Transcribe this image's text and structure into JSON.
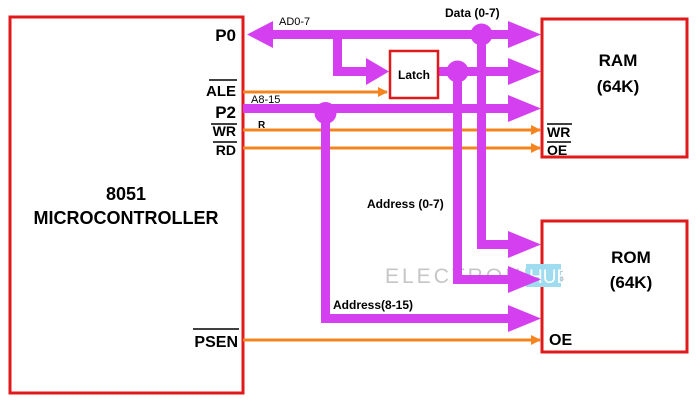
{
  "colors": {
    "box_border": "#e01a1a",
    "bus": "#d43ff0",
    "control": "#f5841f",
    "text": "#000000",
    "watermark": "#c6c6c6",
    "watermark_badge": "#9fdcf0"
  },
  "mcu": {
    "line1": "8051",
    "line2": "MICROCONTROLLER",
    "pins": {
      "p0": "P0",
      "ale": "ALE",
      "p2": "P2",
      "wr": "WR",
      "rd": "RD",
      "psen": "PSEN"
    }
  },
  "ram": {
    "line1": "RAM",
    "line2": "(64K)",
    "wr": "WR",
    "oe": "OE"
  },
  "rom": {
    "line1": "ROM",
    "line2": "(64K)",
    "oe": "OE"
  },
  "latch": {
    "label": "Latch"
  },
  "signals": {
    "ad0_7": "AD0-7",
    "data": "Data (0-7)",
    "a8_15": "A8-15",
    "r": "R",
    "address_low": "Address (0-7)",
    "address_high": "Address(8-15)"
  },
  "watermark": {
    "text": "ELECTRONICS",
    "badge": "HUB"
  }
}
